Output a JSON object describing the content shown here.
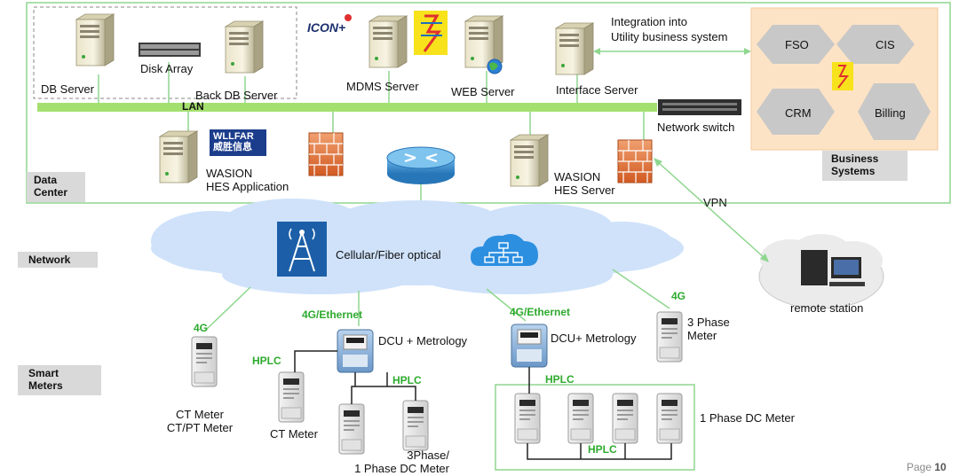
{
  "zones": {
    "data_center": "Data\nCenter",
    "network": "Network",
    "smart_meters": "Smart\nMeters"
  },
  "data_center": {
    "db_server": "DB Server",
    "disk_array": "Disk Array",
    "back_db_server": "Back DB Server",
    "mdms_server": "MDMS Server",
    "web_server": "WEB Server",
    "interface_server": "Interface Server",
    "integration": "Integration into\nUtility business system",
    "lan": "LAN",
    "network_switch": "Network switch",
    "hes_application": "WASION\nHES Application",
    "hes_server": "WASION\nHES Server",
    "logo_iconplus": "ICON+",
    "logo_wasion": "WLLFAR\n威胜信息"
  },
  "business": {
    "title": "Business\nSystems",
    "items": [
      "FSO",
      "CIS",
      "CRM",
      "Billing"
    ]
  },
  "network": {
    "cloud_label": "Cellular/Fiber optical",
    "vpn": "VPN",
    "remote_station": "remote station"
  },
  "meters": {
    "link_4g_left": "4G",
    "link_eth_mid": "4G/Ethernet",
    "link_eth_right": "4G/Ethernet",
    "link_4g_right": "4G",
    "ct_meter_left": "CT Meter\nCT/PT Meter",
    "dcu_left": "DCU + Metrology",
    "dcu_right": "DCU+ Metrology",
    "three_phase": "3 Phase\nMeter",
    "hplc_a": "HPLC",
    "hplc_b": "HPLC",
    "hplc_c": "HPLC",
    "hplc_d": "HPLC",
    "ct_meter_mid": "CT Meter",
    "three_one_phase": "3Phase/\n1 Phase DC  Meter",
    "one_phase_dc": "1 Phase DC Meter"
  },
  "footer": {
    "page_word": "Page",
    "page_num": "10"
  },
  "colors": {
    "green_line": "#8fd68f",
    "lan": "#a4e06f",
    "cloud": "#cfe2fa",
    "business_bg": "#fde3c5",
    "hex": "#c8c8c8",
    "accent_green": "#2eaa2e"
  }
}
